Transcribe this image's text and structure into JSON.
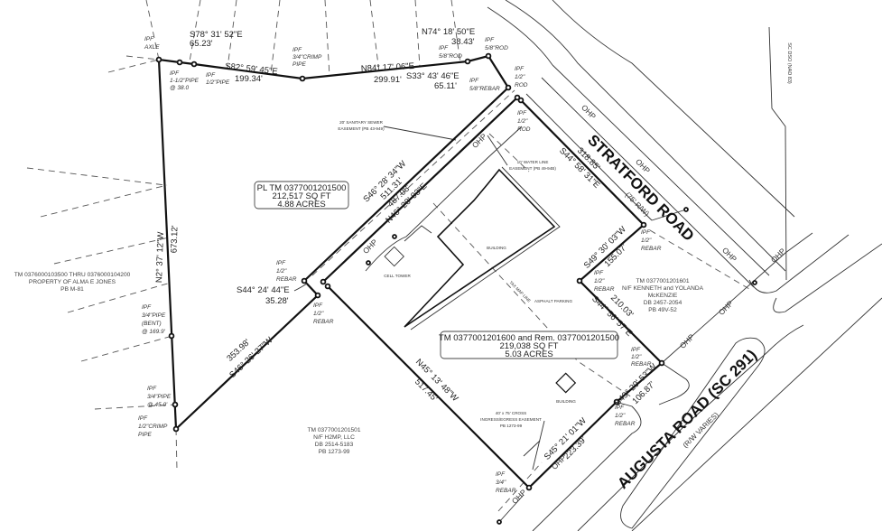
{
  "roads": {
    "stratford": {
      "name": "STRATFORD ROAD",
      "rw": "(75' R/W)"
    },
    "augusta": {
      "name": "AUGUSTA ROAD (SC 291)",
      "rw": "(R/W VARIES)"
    },
    "datum_note": "SC DSO (NAD 83)",
    "ohp": "OHP"
  },
  "parcels": {
    "subject_pl": [
      "PL TM 0377001201500",
      "212,517 SQ FT",
      "4.88 ACRES"
    ],
    "subject_main": [
      "TM 0377001201600 and Rem. 0377001201500",
      "219,038 SQ FT",
      "5.03 ACRES"
    ],
    "jones": [
      "TM 0376000103500 THRU 0376000104200",
      "PROPERTY OF ALMA E JONES",
      "PB M-81"
    ],
    "mckenzie": [
      "TM 0377001201601",
      "N/F KENNETH and YOLANDA",
      "McKENZIE",
      "DB 2457-2054",
      "PB 49V-52"
    ],
    "h2mp": [
      "TM 0377001201501",
      "N/F H2MP, LLC",
      "DB 2514-5183",
      "PB 1273-99"
    ]
  },
  "calls": {
    "c1": {
      "bearing": "S78° 31' 52\"E",
      "distance": "65.23'"
    },
    "c2": {
      "bearing": "S82° 59' 45\"E",
      "distance": "199.34'"
    },
    "c3": {
      "bearing": "N84° 17' 06\"E",
      "distance": "299.91'"
    },
    "c4": {
      "bearing": "N74° 18' 50\"E",
      "distance": "38.43'"
    },
    "c5": {
      "bearing": "S33° 43' 46\"E",
      "distance": "65.11'"
    },
    "c6": {
      "bearing": "S44° 58' 31\"E",
      "distance": "318.85'"
    },
    "c7": {
      "bearing": "S49° 30' 03\"W",
      "distance": "155.07'"
    },
    "c8": {
      "bearing": "S44° 56' 57\"E",
      "distance": "210.03'"
    },
    "c9": {
      "bearing": "S49° 29' 53\"W",
      "distance": "106.87'"
    },
    "c10": {
      "bearing": "S45° 21' 01\"W",
      "distance": "223.39'"
    },
    "c11": {
      "bearing": "N45° 13' 48\"W",
      "distance": "517.45'"
    },
    "c12": {
      "bearing": "S46° 28' 34\"W",
      "distance": "511.31'"
    },
    "c13": {
      "bearing": "N46° 28' 03\"E",
      "distance": "487.08'"
    },
    "c14": {
      "bearing": "S44° 24' 44\"E",
      "distance": "35.28'"
    },
    "c15": {
      "bearing": "S46° 26' 27\"W",
      "distance": "353.98'"
    },
    "c16": {
      "bearing": "N2° 37' 12\"W",
      "distance": "673.12'"
    }
  },
  "monuments": {
    "m_axle": [
      "IPF",
      "AXLE"
    ],
    "m_pipe112": [
      "IPF",
      "1-1/2\"PIPE",
      "@ 38.0"
    ],
    "m_pipe12": [
      "IPF",
      "1/2\"PIPE"
    ],
    "m_crimp34": [
      "IPF",
      "3/4\"CRIMP",
      "PIPE"
    ],
    "m_rod58a": [
      "IPF",
      "5/8\"ROD"
    ],
    "m_rod58b": [
      "IPF",
      "5/8\"ROD"
    ],
    "m_rebar58": [
      "IPF",
      "5/8\"REBAR"
    ],
    "m_rod12a": [
      "IPF",
      "1/2\"",
      "ROD"
    ],
    "m_rod12b": [
      "IPF",
      "1/2\"",
      "ROD"
    ],
    "m_rebar_strat": [
      "IPF",
      "1/2\"",
      "REBAR"
    ],
    "m_rebar_mck": [
      "IPF",
      "1/2\"",
      "REBAR"
    ],
    "m_rebar_aug1": [
      "IPF",
      "1/2\"",
      "REBAR"
    ],
    "m_rebar_aug2": [
      "IPF",
      "1/2\"",
      "REBAR"
    ],
    "m_rebar34": [
      "IPF",
      "3/4\"",
      "REBAR"
    ],
    "m_rebar_w1": [
      "IPF",
      "1/2\"",
      "REBAR"
    ],
    "m_rebar_w2": [
      "IPF",
      "1/2\"",
      "REBAR"
    ],
    "m_bent": [
      "IPF",
      "3/4\"PIPE",
      "(BENT)",
      "@ 169.9'"
    ],
    "m_pipe45": [
      "IPF",
      "3/4\"PIPE",
      "@ 45.0'"
    ],
    "m_crimp12": [
      "IPF",
      "1/2\"CRIMP",
      "PIPE"
    ]
  },
  "features": {
    "sewer_easement": [
      "20' SANITARY SEWER",
      "EASEMENT (PB 43-949)"
    ],
    "water_easement": [
      "10' WATER LINE",
      "EASEMENT (PB 49-94B)"
    ],
    "cross_easement": [
      "40' x 75' CROSS",
      "INGRESS/EGRESS EASEMENT",
      "PB 1273-99"
    ],
    "building_main": "BUILDING",
    "building_small": "BUILDING",
    "cell_tower": "CELL TOWER",
    "asphalt": "ASPHALT PARKING",
    "tax_map_line": "TAX MAP LINE"
  }
}
